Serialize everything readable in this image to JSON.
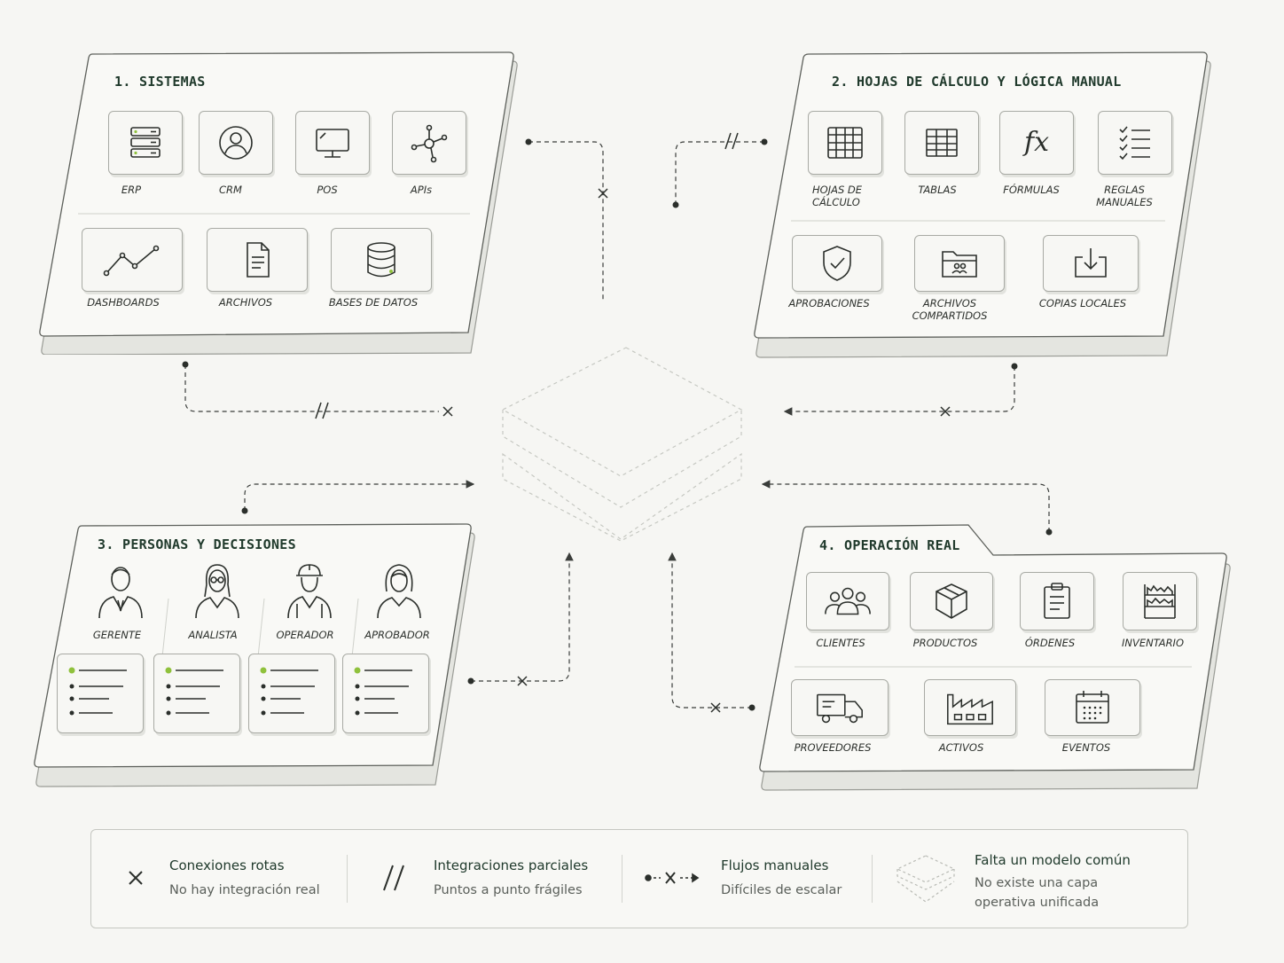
{
  "panels": {
    "sistemas": {
      "title": "1. SISTEMAS",
      "items": [
        "ERP",
        "CRM",
        "POS",
        "APIs",
        "DASHBOARDS",
        "ARCHIVOS",
        "BASES DE DATOS"
      ]
    },
    "hojas": {
      "title": "2. HOJAS DE CÁLCULO Y LÓGICA MANUAL",
      "items": [
        "HOJAS DE\nCÁLCULO",
        "TABLAS",
        "FÓRMULAS",
        "REGLAS\nMANUALES",
        "APROBACIONES",
        "ARCHIVOS\nCOMPARTIDOS",
        "COPIAS LOCALES"
      ]
    },
    "personas": {
      "title": "3. PERSONAS Y DECISIONES",
      "items": [
        "GERENTE",
        "ANALISTA",
        "OPERADOR",
        "APROBADOR"
      ]
    },
    "operacion": {
      "title": "4. OPERACIÓN REAL",
      "items": [
        "CLIENTES",
        "PRODUCTOS",
        "ÓRDENES",
        "INVENTARIO",
        "PROVEEDORES",
        "ACTIVOS",
        "EVENTOS"
      ]
    }
  },
  "legend": [
    {
      "title": "Conexiones rotas",
      "subtitle": "No hay integración real",
      "icon": "x-icon"
    },
    {
      "title": "Integraciones parciales",
      "subtitle": "Puntos a punto frágiles",
      "icon": "double-slash-icon"
    },
    {
      "title": "Flujos manuales",
      "subtitle": "Difíciles de escalar",
      "icon": "manual-flow-icon"
    },
    {
      "title": "Falta un modelo común",
      "subtitle": "No existe una capa\noperativa unificada",
      "icon": "dashed-layers-icon"
    }
  ],
  "colors": {
    "accent": "#8fc13c",
    "ink": "#2b2f2b",
    "title": "#203a2c",
    "line": "#3a3d3a"
  }
}
